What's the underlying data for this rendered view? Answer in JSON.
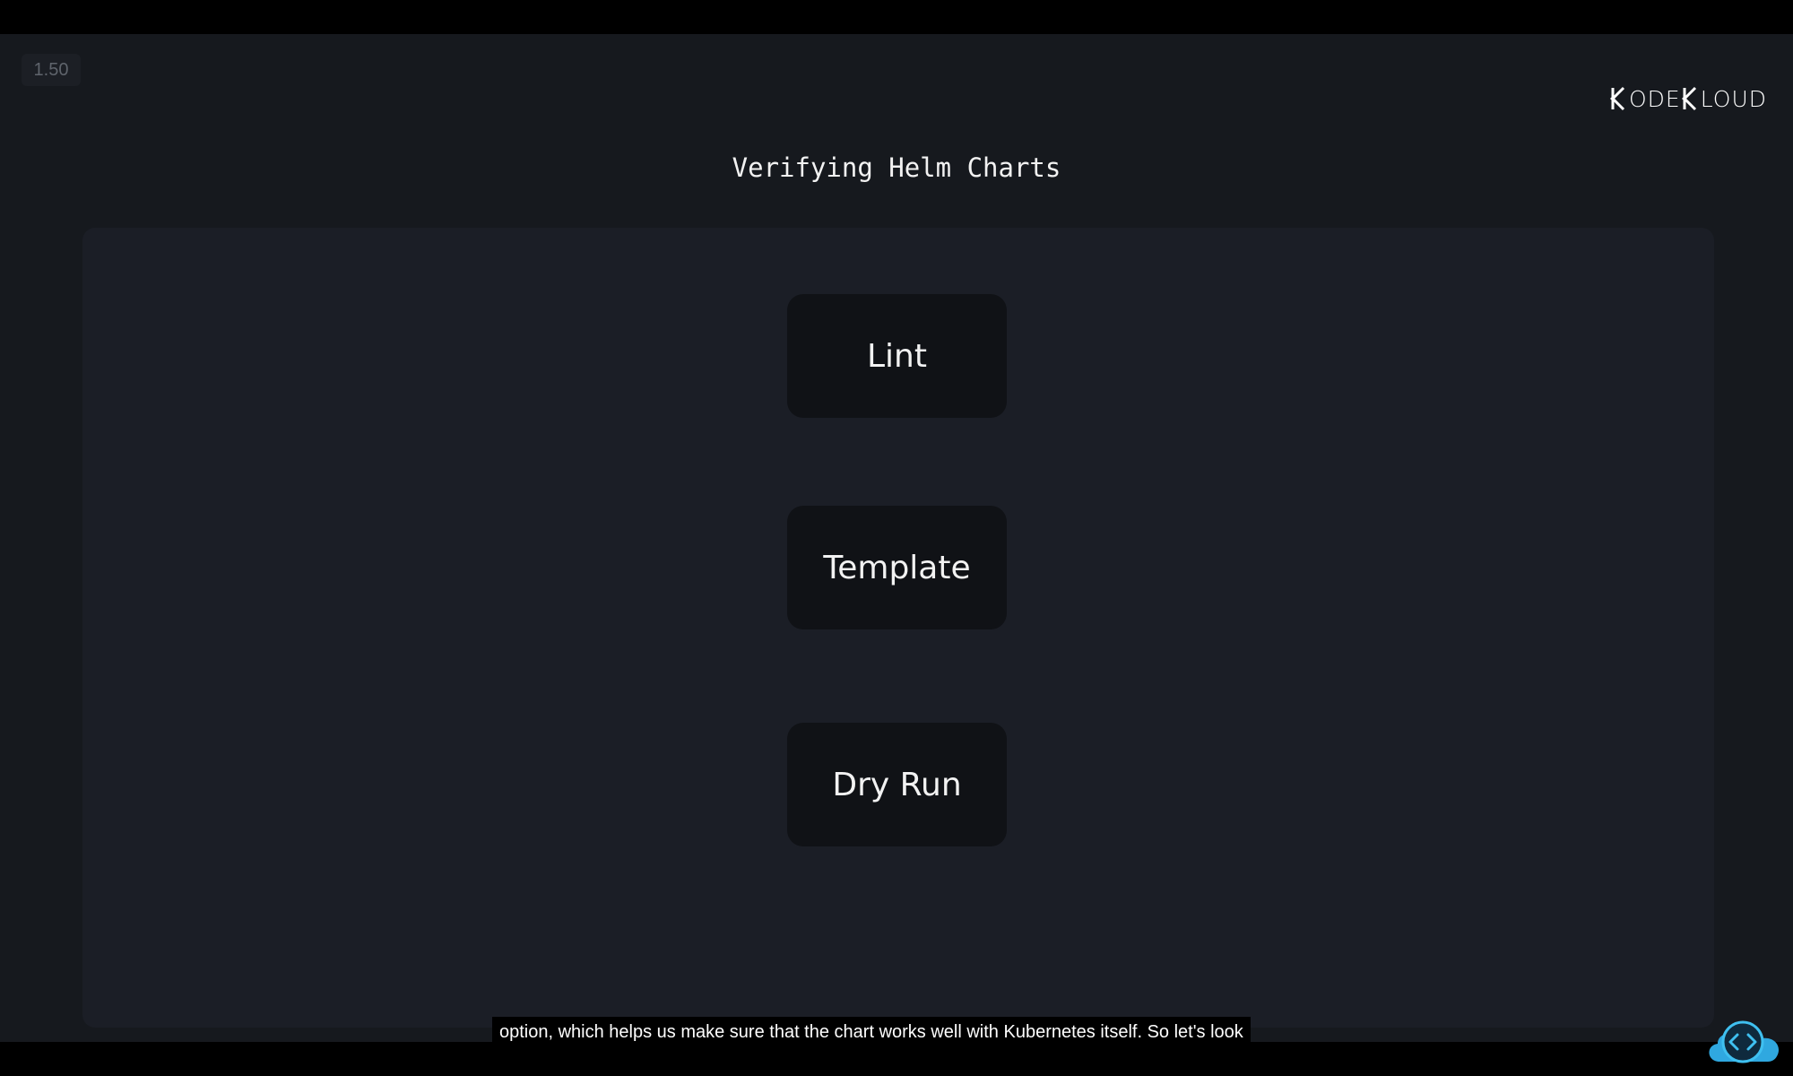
{
  "player": {
    "speed_label": "1.50"
  },
  "brand": {
    "logo_text": "KODEKLOUD",
    "logo_part1": "ODE",
    "logo_part2": "LOUD"
  },
  "slide": {
    "title": "Verifying Helm Charts",
    "cards": [
      {
        "label": "Lint"
      },
      {
        "label": "Template"
      },
      {
        "label": "Dry Run"
      }
    ]
  },
  "caption": {
    "text": "option, which helps us make sure that the chart works well with Kubernetes itself. So let's look"
  },
  "colors": {
    "background": "#16191e",
    "panel": "#1b1e26",
    "card": "#101216",
    "accent": "#2fa8e0"
  },
  "icons": {
    "corner_icon": "code-cloud-icon"
  }
}
